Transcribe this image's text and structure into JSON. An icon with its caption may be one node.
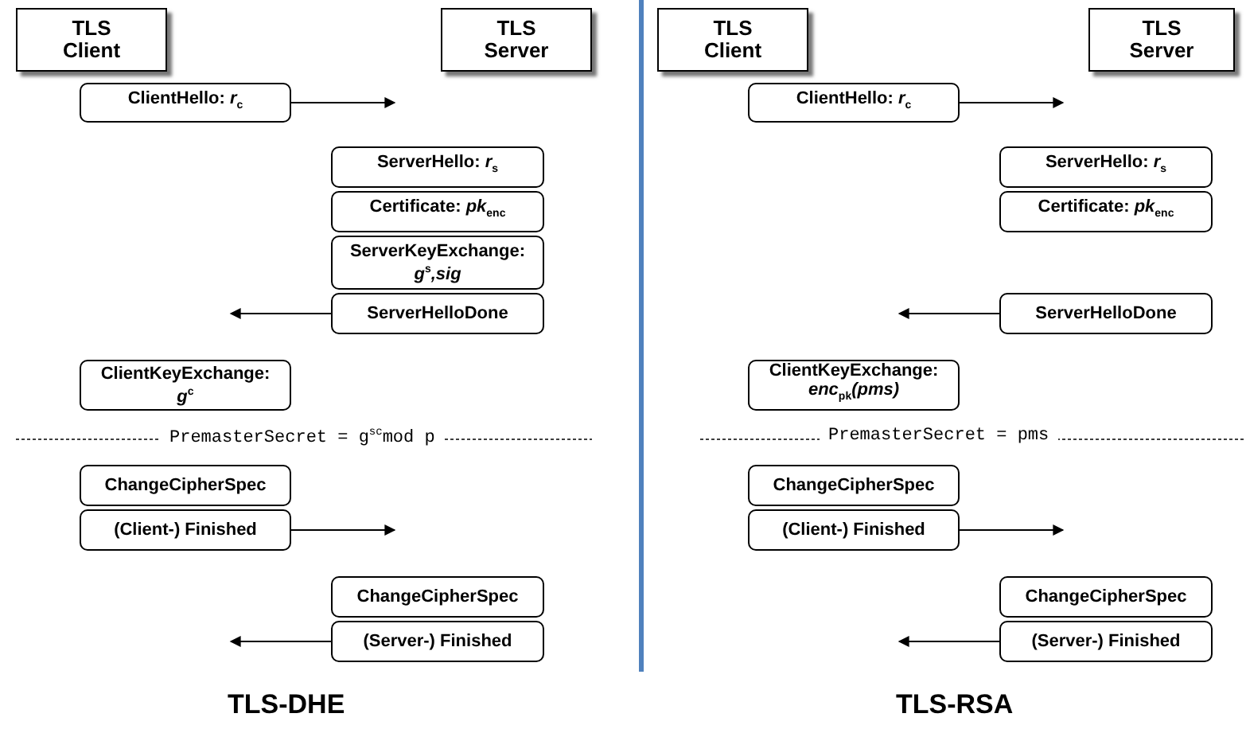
{
  "diagram": {
    "nodes": [
      {
        "text": [
          "TLS Client"
        ]
      },
      {
        "text": [
          "TLS Server"
        ]
      },
      {
        "text": [
          "ClientHello: *r*$_{c}$"
        ]
      },
      {
        "text": [
          "ServerHello: *r*$_{s}$"
        ]
      },
      {
        "text": [
          "Certificate: *pk*$_{enc}$"
        ]
      },
      {
        "text": [
          "ServerKeyExchange: *g*$^{s}$*,sig*"
        ]
      },
      {
        "text": [
          "ServerHelloDone"
        ]
      },
      {
        "text": [
          "ClientKeyExchange: *g*$^{c}$"
        ]
      },
      {
        "text": [
          "ChangeCipherSpec"
        ]
      },
      {
        "text": [
          "(Client-) Finished"
        ]
      },
      {
        "text": [
          "ChangeCipherSpec"
        ]
      },
      {
        "text": [
          "(Server-) Finished"
        ]
      },
      {
        "text": [
          "TLS Client"
        ]
      },
      {
        "text": [
          "TLS Server"
        ]
      },
      {
        "text": [
          "ClientHello: *r*$_{c}$"
        ]
      },
      {
        "text": [
          "ServerHello: *r*$_{s}$"
        ]
      },
      {
        "text": [
          "Certificate: *pk*$_{enc}$"
        ]
      },
      {
        "text": [
          "ServerHelloDone"
        ]
      },
      {
        "text": [
          "ClientKeyExchange: *enc*$_{pk}$*(pms)*"
        ]
      },
      {
        "text": [
          "ChangeCipherSpec"
        ]
      },
      {
        "text": [
          "(Client-) Finished"
        ]
      },
      {
        "text": [
          "ChangeCipherSpec"
        ]
      },
      {
        "text": [
          "(Server-) Finished"
        ]
      }
    ],
    "edges": [
      {
        "from": 2,
        "to": null,
        "arrow": "to"
      },
      {
        "from": 6,
        "to": null,
        "arrow": "to"
      },
      {
        "from": 9,
        "to": null,
        "arrow": "to"
      },
      {
        "from": 11,
        "to": null,
        "arrow": "to"
      },
      {
        "from": 14,
        "to": null,
        "arrow": "to"
      },
      {
        "from": 17,
        "to": null,
        "arrow": "to"
      },
      {
        "from": 20,
        "to": null,
        "arrow": "to"
      },
      {
        "from": 22,
        "to": null,
        "arrow": "to"
      }
    ],
    "labels": [
      "PremasterSecret = g$^{sc}$mod p",
      "TLS-DHE",
      "PremasterSecret = pms",
      "TLS-RSA"
    ]
  }
}
